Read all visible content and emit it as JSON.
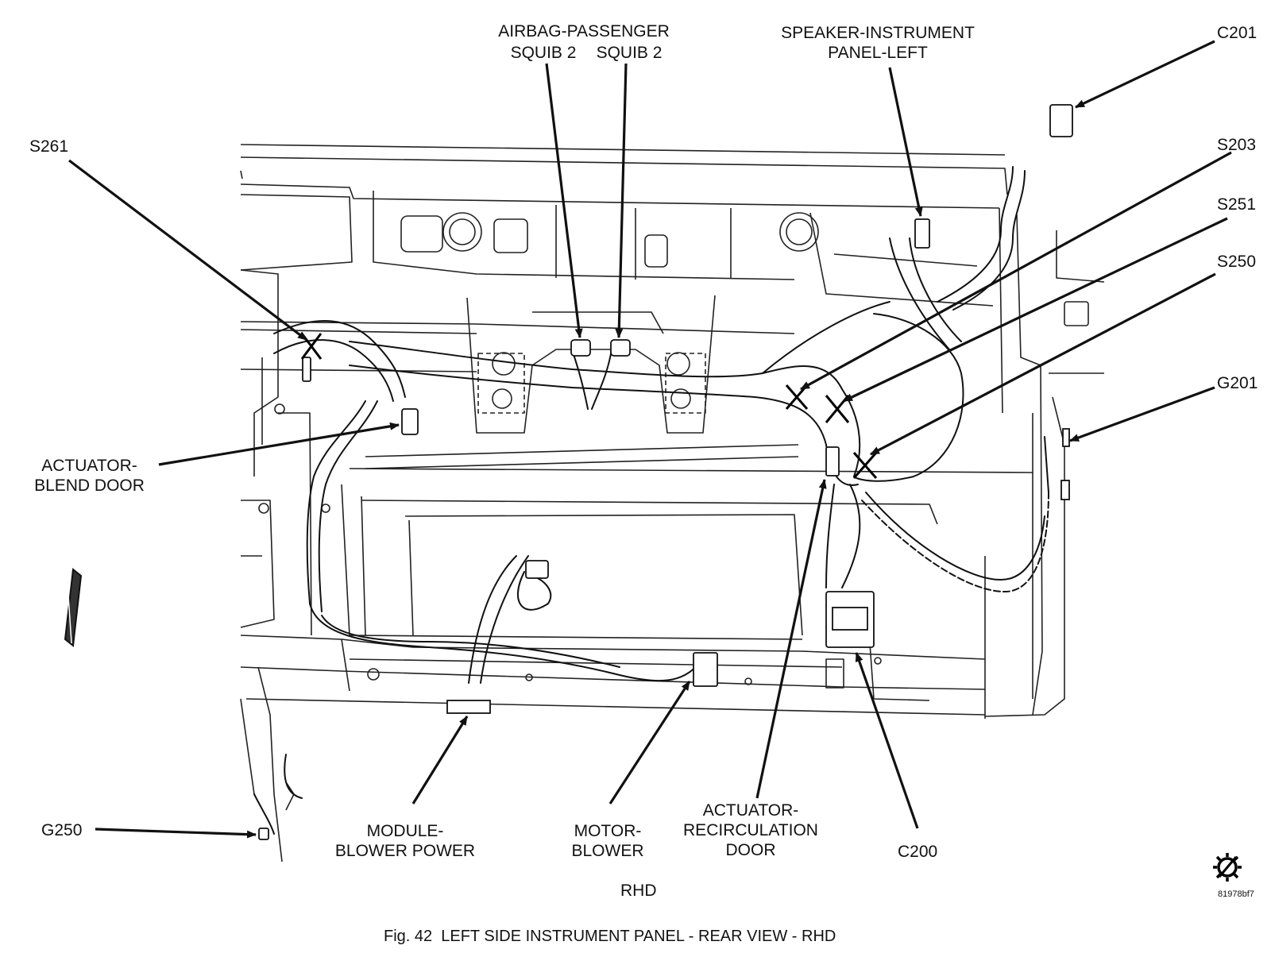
{
  "labels": {
    "airbag_passenger": "AIRBAG-PASSENGER",
    "squib2_left": "SQUIB 2",
    "squib2_right": "SQUIB 2",
    "speaker": "SPEAKER-INSTRUMENT\nPANEL-LEFT",
    "c201": "C201",
    "s261": "S261",
    "s203": "S203",
    "s251": "S251",
    "s250": "S250",
    "g201": "G201",
    "actuator_blend_door": "ACTUATOR-\nBLEND DOOR",
    "g250": "G250",
    "module_blower_power": "MODULE-\nBLOWER POWER",
    "motor_blower": "MOTOR-\nBLOWER",
    "actuator_recirculation_door": "ACTUATOR-\nRECIRCULATION\nDOOR",
    "c200": "C200",
    "rhd": "RHD",
    "figure_id": "81978bf7",
    "caption": "Fig. 42  LEFT SIDE INSTRUMENT PANEL - REAR VIEW - RHD"
  },
  "icons": {
    "corner_symbol": "gear-slash-icon"
  },
  "colors": {
    "line": "#111111",
    "background": "#ffffff"
  }
}
